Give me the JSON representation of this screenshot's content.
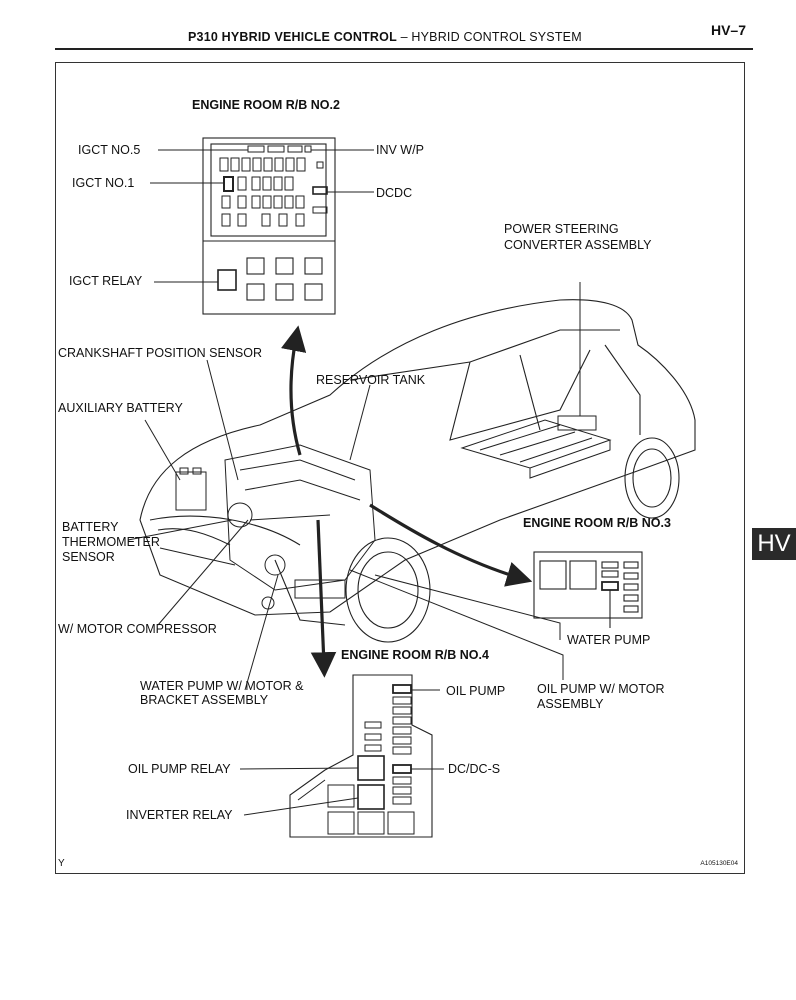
{
  "header": {
    "section": "P310 HYBRID VEHICLE CONTROL",
    "separator": " – ",
    "subtitle": "HYBRID CONTROL SYSTEM",
    "page": "HV–7"
  },
  "side_tab": "HV",
  "labels": {
    "rb2_title": "ENGINE ROOM R/B NO.2",
    "igct5": "IGCT NO.5",
    "invwp": "INV W/P",
    "igct1": "IGCT NO.1",
    "dcdc": "DCDC",
    "igct_relay": "IGCT RELAY",
    "ps_conv_1": "POWER STEERING",
    "ps_conv_2": "CONVERTER ASSEMBLY",
    "crank": "CRANKSHAFT POSITION SENSOR",
    "reservoir": "RESERVOIR TANK",
    "aux_batt": "AUXILIARY BATTERY",
    "batt_therm_1": "BATTERY",
    "batt_therm_2": "THERMOMETER",
    "batt_therm_3": "SENSOR",
    "rb3_title": "ENGINE ROOM R/B NO.3",
    "water_pump": "WATER PUMP",
    "motor_comp": "W/ MOTOR COMPRESSOR",
    "rb4_title": "ENGINE ROOM R/B NO.4",
    "wp_motor_1": "WATER PUMP W/ MOTOR &",
    "wp_motor_2": "BRACKET ASSEMBLY",
    "oil_pump": "OIL PUMP",
    "oil_pump_motor_1": "OIL PUMP W/ MOTOR",
    "oil_pump_motor_2": "ASSEMBLY",
    "oil_pump_relay": "OIL PUMP RELAY",
    "dcdcs": "DC/DC-S",
    "inverter_relay": "INVERTER RELAY"
  },
  "footer": {
    "corner_letter": "Y",
    "figure_code": "A105130E04"
  }
}
